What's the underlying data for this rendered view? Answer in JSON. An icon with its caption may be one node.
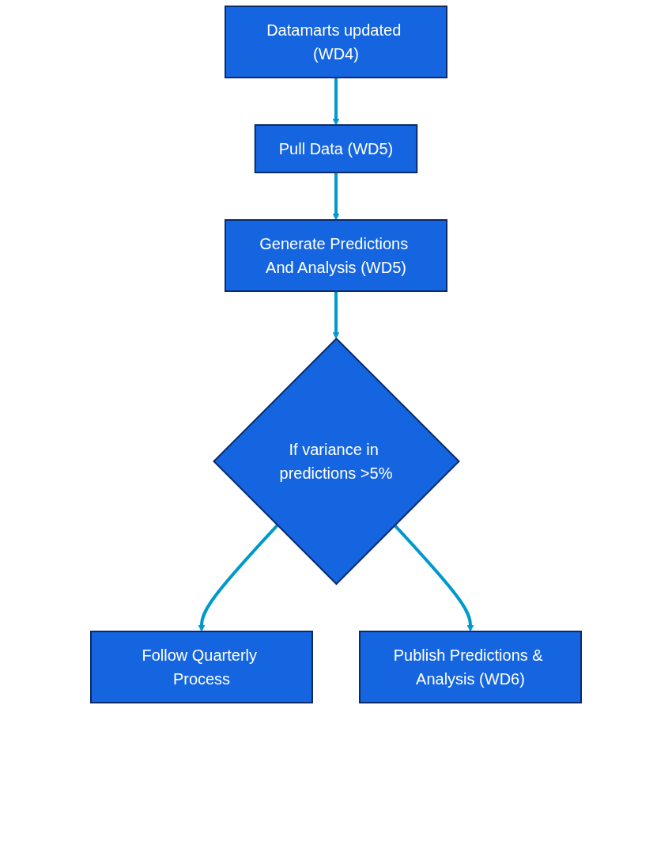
{
  "diagram": {
    "nodes": [
      {
        "text": [
          "Datamarts updated (WD4)"
        ]
      },
      {
        "text": [
          "Pull Data (WD5)"
        ]
      },
      {
        "text": [
          "Generate Predictions And Analysis (WD5)"
        ]
      },
      {
        "text": [
          "If variance in predictions >5%"
        ]
      },
      {
        "text": [
          "Follow Quarterly Process"
        ]
      },
      {
        "text": [
          "Publish Predictions & Analysis (WD6)"
        ]
      }
    ],
    "edges": [
      {
        "from": 0,
        "to": 1,
        "arrow": "to"
      },
      {
        "from": 1,
        "to": 2,
        "arrow": "to"
      },
      {
        "from": 2,
        "to": 3,
        "arrow": "to"
      },
      {
        "from": 3,
        "to": 4,
        "arrow": "to"
      },
      {
        "from": 3,
        "to": 5,
        "arrow": "to"
      }
    ]
  }
}
